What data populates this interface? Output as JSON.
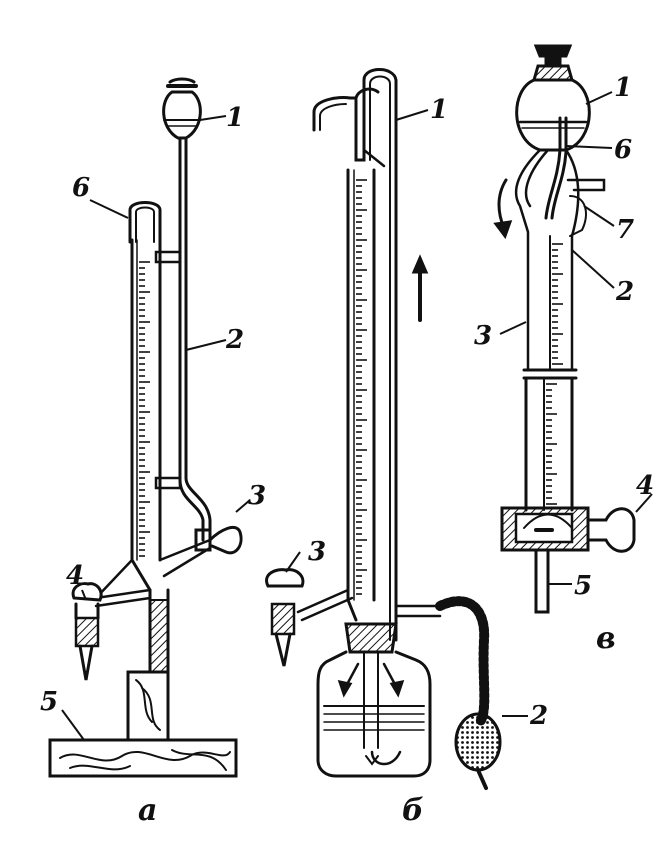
{
  "figure": {
    "a": {
      "caption": "а",
      "labels": {
        "l1": "1",
        "l2": "2",
        "l3": "3",
        "l4": "4",
        "l5": "5",
        "l6": "6"
      }
    },
    "b": {
      "caption": "б",
      "labels": {
        "l1": "1",
        "l2": "2",
        "l3": "3"
      }
    },
    "v": {
      "caption": "в",
      "labels": {
        "l1": "1",
        "l2": "2",
        "l3": "3",
        "l4": "4",
        "l5": "5",
        "l6": "6",
        "l7": "7"
      }
    }
  },
  "colors": {
    "ink": "#111111",
    "paper": "#ffffff"
  }
}
